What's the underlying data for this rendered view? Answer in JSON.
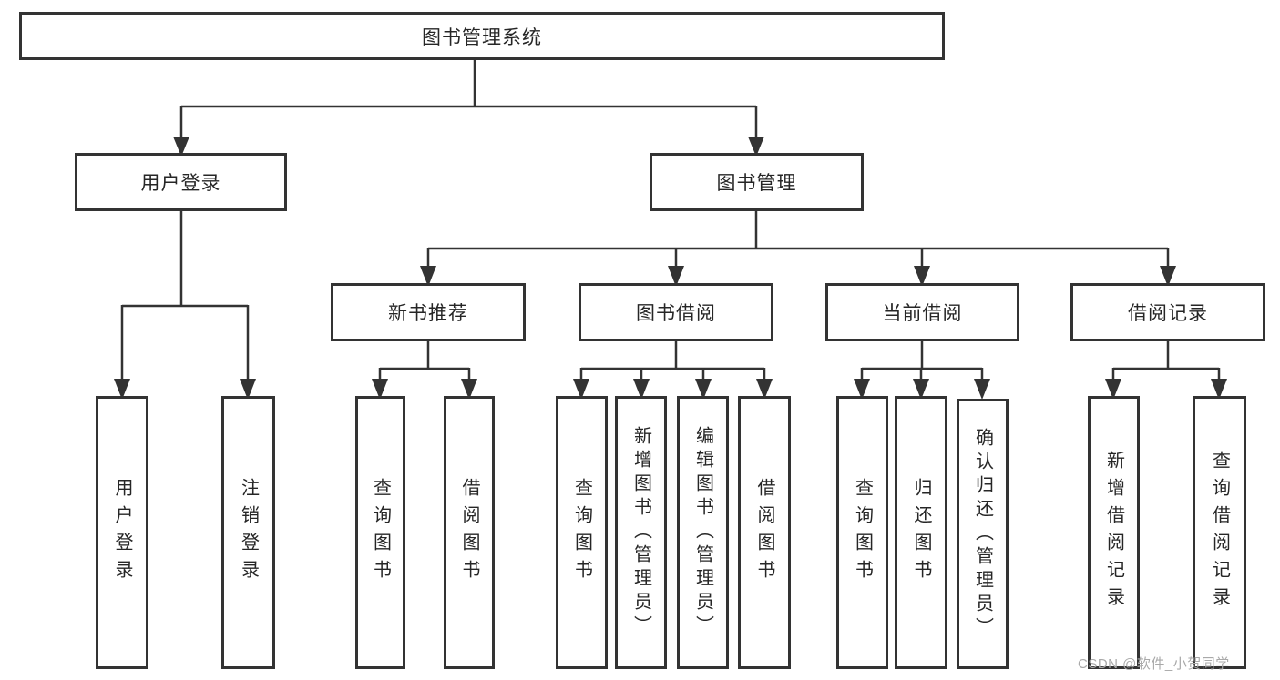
{
  "nodes": {
    "root": "图书管理系统",
    "user_login": "用户登录",
    "book_mgmt": "图书管理",
    "new_book_rec": "新书推荐",
    "book_borrow": "图书借阅",
    "current_borrow": "当前借阅",
    "borrow_record": "借阅记录",
    "leaf_user_login": "用户登录",
    "leaf_logout": "注销登录",
    "leaf_nbr_query": "查询图书",
    "leaf_nbr_borrow": "借阅图书",
    "leaf_bb_query": "查询图书",
    "leaf_bb_add": "新增图书（管理员）",
    "leaf_bb_edit": "编辑图书（管理员）",
    "leaf_bb_borrow": "借阅图书",
    "leaf_cb_query": "查询图书",
    "leaf_cb_return": "归还图书",
    "leaf_cb_confirm": "确认归还（管理员）",
    "leaf_br_add": "新增借阅记录",
    "leaf_br_query": "查询借阅记录"
  },
  "watermark": "CSDN @软件_小贺同学",
  "colors": {
    "line": "#333333",
    "text": "#262626",
    "watermark": "#a9a9a9"
  }
}
